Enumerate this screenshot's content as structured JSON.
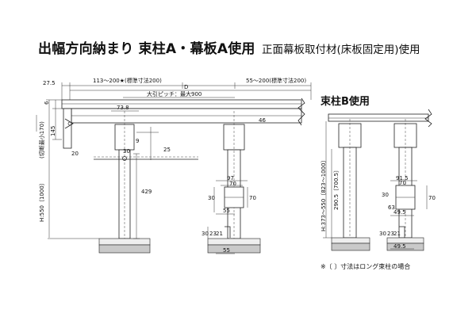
{
  "header": {
    "title": "出幅方向納まり 束柱A・幕板A使用",
    "subtitle": "正面幕板取付材(床板固定用)使用"
  },
  "column_b": {
    "label": "束柱B使用"
  },
  "note": "※〔 〕寸法はロング束柱の場合",
  "dims": {
    "d_27_5": "27.5",
    "d_113_200": "113～200★(標準寸法200)",
    "d_D": "D",
    "d_55_200": "55～200(標準寸法200)",
    "d_pitch": "大引ピッチ：最大900",
    "d_6": "6",
    "d_73_8": "73.8",
    "d_46": "46",
    "d_145": "145",
    "d_20": "20",
    "d_30_a": "30",
    "d_9": "9",
    "d_25": "25",
    "d_cut": "(切断最小170)",
    "d_H550": "H:550〔1000〕",
    "d_429": "429",
    "d_97": "97",
    "d_70_a": "70",
    "d_30_b": "30",
    "d_70_b": "70",
    "d_55_a": "55",
    "d_30_c": "30",
    "d_23": "23",
    "d_21": "21",
    "d_55_b": "55",
    "d_91_5": "91.5",
    "d_70_c": "70",
    "d_H373": "H:373～550〔823～1000〕",
    "d_290_5": "290.5〔700.5〕",
    "d_30_d": "30",
    "d_70_d": "70",
    "d_63": "63",
    "d_49_5_a": "49.5",
    "d_30_e": "30",
    "d_23_b": "23",
    "d_21_b": "21",
    "d_49_5_b": "49.5"
  }
}
